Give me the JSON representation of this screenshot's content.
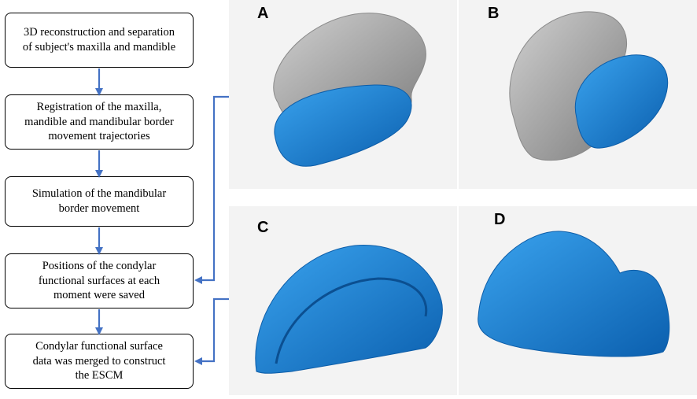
{
  "flow": {
    "steps": [
      "3D reconstruction and separation\nof subject's maxilla and mandible",
      "Registration of the maxilla,\nmandible and mandibular border\nmovement trajectories",
      "Simulation of the mandibular\nborder movement",
      "Positions of the condylar\nfunctional surfaces at each\nmoment were saved",
      "Condylar functional surface\ndata was merged to construct\nthe ESCM"
    ]
  },
  "panels": {
    "a": "A",
    "b": "B",
    "c": "C",
    "d": "D"
  },
  "colors": {
    "arrow": "#4472c4",
    "model_blue": "#1b7fd4",
    "model_gray": "#a9a9a9"
  }
}
